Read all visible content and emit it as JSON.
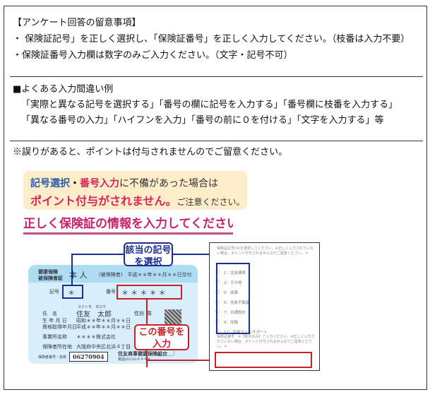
{
  "notes": {
    "title": "【アンケート回答の留意事項】",
    "line1": "・ 保険証記号」を正しく選択し、「保険証番号」を正しく入力してください。（枝番は入力不要）",
    "line2": "・保険証番号入力欄は数字のみご入力ください。（文字・記号不可）"
  },
  "mistakes": {
    "heading": "■よくある入力間違い例",
    "line1": "「実際と異なる記号を選択する」「番号の欄に記号を入力する」「番号欄に枝番を入力する」",
    "line2": "「異なる番号の入力」「ハイフンを入力」「番号の前に０を付ける」「文字を入力する」等"
  },
  "warning": "※誤りがあると、ポイントは付与されませんのでご留意ください。",
  "image": {
    "banner": {
      "kigo": "記号選択",
      "dot": "・",
      "bango": "番号入力",
      "rest1": "に不備があった場合は",
      "point": "ポイント付与がされません。",
      "caution": "ご注意ください。"
    },
    "headline": "正しく保険証の情報を入力してください。",
    "callout_blue": [
      "該当の記号",
      "を選択"
    ],
    "callout_red": [
      "この番号を",
      "入力"
    ],
    "card": {
      "type": [
        "健康保険",
        "被保険者証"
      ],
      "honnin": "本 人",
      "issued": "(被保険者)　平成＊＊年＊＊月＊＊日交付",
      "kigo_label": "記号",
      "kigo_value": "＊",
      "bango_label": "番号",
      "bango_value": "＊ ＊ ＊ ＊ ＊",
      "furigana": "スミトモ　タロウ",
      "name_label": "氏　名",
      "name": "住友　太郎",
      "sex_label": "性別",
      "sex": "男",
      "birth_label": "生 年 月 日",
      "birth": "昭和＊＊年＊＊月＊＊日",
      "acq_label": "資格取得年月日",
      "acq": "平成＊＊年＊＊月＊＊日",
      "office_label": "事業所名称",
      "office": "＊＊＊＊株式会社",
      "insurer_addr_label": "保険者所在地",
      "insurer_addr": "大阪府中央区北浜４丁目",
      "insurer_no_label": "保険者番号・名称",
      "insurer_no": "06270904",
      "insurer_name": "住友商事健康保険組合",
      "tel": "電話(6220)＊＊＊＊"
    },
    "form": {
      "q1": "保険証記号(※)を選択してください。※正しく入力されていない場合、ポイント付与されませんのでご留意ください。＊",
      "options": [
        "1：住友関係",
        "2：その他",
        "5：商事",
        "6：住友不動産",
        "7：日通設計",
        "9：住輸",
        "11：住商ウェルサポート"
      ],
      "q2": "保険証番号　※【数字のみ】ご入力ください。※正しく入力されていない場合、ポイント付与されませんのでご留意ください。＊"
    },
    "colors": {
      "blue": "#1c2e8f",
      "red": "#c8202a",
      "pink": "#c7236a"
    }
  }
}
